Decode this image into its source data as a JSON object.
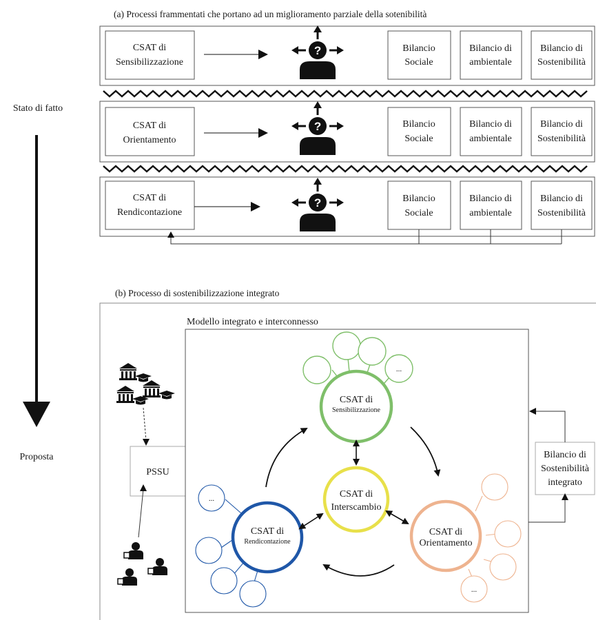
{
  "section_a": {
    "caption": "(a) Processi frammentati che portano ad un miglioramento parziale della sotenibilità",
    "rows": [
      {
        "csat_line1": "CSAT  di",
        "csat_line2": "Sensibilizzazione"
      },
      {
        "csat_line1": "CSAT  di",
        "csat_line2": "Orientamento"
      },
      {
        "csat_line1": "CSAT  di",
        "csat_line2": "Rendicontazione"
      }
    ],
    "reports": [
      {
        "line1": "Bilancio",
        "line2": "Sociale"
      },
      {
        "line1": "Bilancio di",
        "line2": "ambientale"
      },
      {
        "line1": "Bilancio di",
        "line2": "Sostenibilità"
      }
    ],
    "person_icon": "confused-person-icon"
  },
  "left_axis": {
    "top_label": "Stato di fatto",
    "bottom_label": "Proposta"
  },
  "section_b": {
    "caption": "(b) Processo di sostenibilizzazione integrato",
    "model_label": "Modello integrato e interconnesso",
    "pssu_label": "PSSU",
    "institutions_icon": "university-building-icon",
    "people_icon": "people-group-icon",
    "nodes": {
      "sensibilizzazione": {
        "line1": "CSAT di",
        "line2": "Sensibilizzazione",
        "color": "#7fbf6a"
      },
      "interscambio": {
        "line1": "CSAT di",
        "line2": "Interscambio",
        "color": "#e8e04a"
      },
      "rendicontazione": {
        "line1": "CSAT di",
        "line2": "Rendicontazione",
        "color": "#1f57a8"
      },
      "orientamento": {
        "line1": "CSAT di",
        "line2": "Orientamento",
        "color": "#eeb38f"
      }
    },
    "ellipsis": "...",
    "bilancio_integrato": {
      "line1": "Bilancio di",
      "line2": "Sostenibilità",
      "line3": "integrato"
    }
  }
}
